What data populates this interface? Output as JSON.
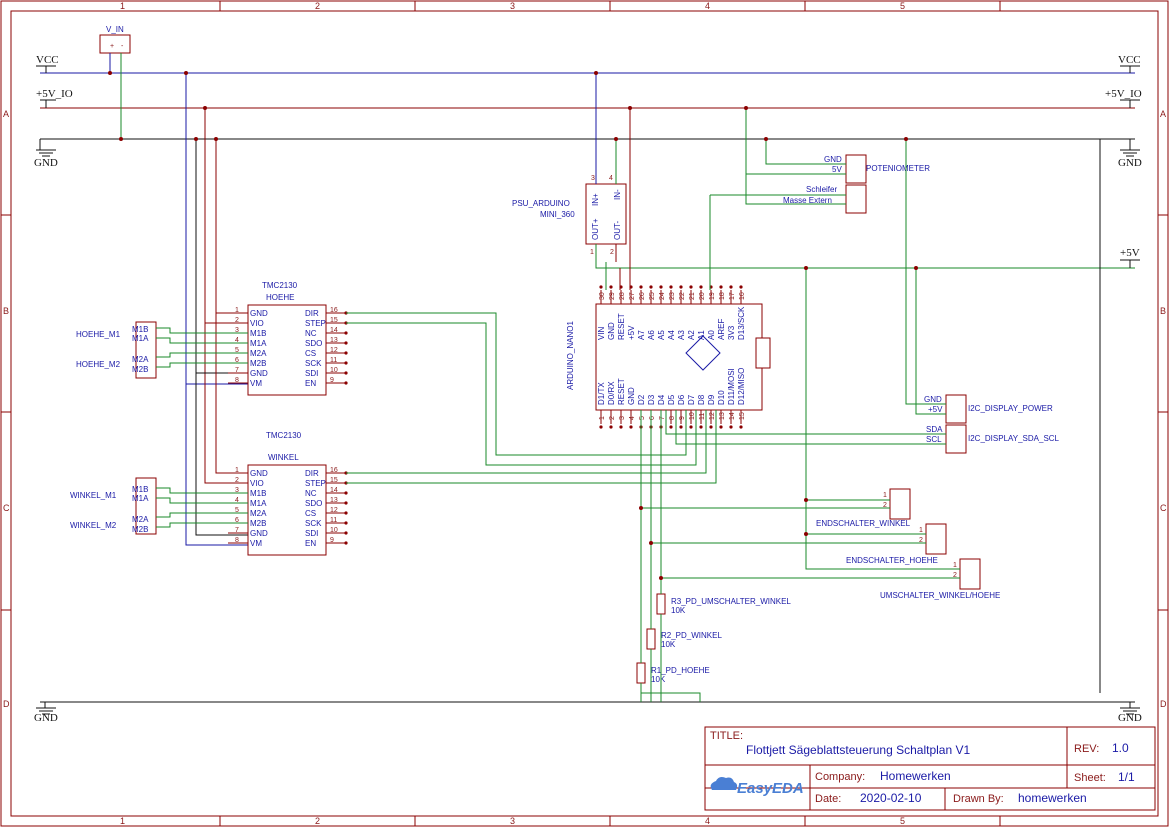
{
  "frame": {
    "col_labels": [
      "1",
      "2",
      "3",
      "4",
      "5"
    ],
    "row_labels": [
      "A",
      "B",
      "C",
      "D"
    ]
  },
  "power": {
    "vcc": "VCC",
    "v5io": "+5V_IO",
    "gnd": "GND",
    "v5": "+5V",
    "vin_label": "V_IN"
  },
  "components": {
    "psu_name": "PSU_ARDUINO",
    "psu_model": "MINI_360",
    "psu_pins": [
      "IN+",
      "IN-",
      "OUT+",
      "OUT-"
    ],
    "psu_pin_nums": [
      "3",
      "4",
      "1",
      "2"
    ],
    "arduino": "ARDUINO_NANO1",
    "arduino_top_pins": [
      "VIN",
      "GND",
      "RESET",
      "+5V",
      "A7",
      "A6",
      "A5",
      "A4",
      "A3",
      "A2",
      "A1",
      "A0",
      "AREF",
      "3V3",
      "D13/SCK"
    ],
    "arduino_top_nums": [
      "30",
      "29",
      "28",
      "27",
      "26",
      "25",
      "24",
      "23",
      "22",
      "21",
      "20",
      "19",
      "18",
      "17",
      "16"
    ],
    "arduino_bot_pins": [
      "D1/TX",
      "D0/RX",
      "RESET",
      "GND",
      "D2",
      "D3",
      "D4",
      "D5",
      "D6",
      "D7",
      "D8",
      "D9",
      "D10",
      "D11/MOSI",
      "D12/MISO"
    ],
    "arduino_bot_nums": [
      "1",
      "2",
      "3",
      "4",
      "5",
      "6",
      "7",
      "8",
      "9",
      "10",
      "11",
      "12",
      "13",
      "14",
      "15"
    ],
    "tmc_type": "TMC2130",
    "tmc1_name": "HOEHE",
    "tmc2_name": "WINKEL",
    "tmc_left_pins": [
      "GND",
      "VIO",
      "M1B",
      "M1A",
      "M2A",
      "M2B",
      "GND",
      "VM"
    ],
    "tmc_right_pins": [
      "DIR",
      "STEP",
      "NC",
      "SDO",
      "CS",
      "SCK",
      "SDI",
      "EN"
    ],
    "tmc_left_nums": [
      "1",
      "2",
      "3",
      "4",
      "5",
      "6",
      "7",
      "8"
    ],
    "tmc_right_nums": [
      "16",
      "15",
      "14",
      "13",
      "12",
      "11",
      "10",
      "9"
    ],
    "hoehe_m1": "HOEHE_M1",
    "hoehe_m2": "HOEHE_M2",
    "winkel_m1": "WINKEL_M1",
    "winkel_m2": "WINKEL_M2",
    "poti": "POTENIOMETER",
    "poti_gnd": "GND",
    "poti_5v": "5V",
    "poti_schleifer": "Schleifer",
    "poti_masse": "Masse Extern",
    "i2c_power": "I2C_DISPLAY_POWER",
    "i2c_bus": "I2C_DISPLAY_SDA_SCL",
    "i2c_gnd": "GND",
    "i2c_5v": "+5V",
    "i2c_sda": "SDA",
    "i2c_scl": "SCL",
    "end_winkel": "ENDSCHALTER_WINKEL",
    "end_hoehe": "ENDSCHALTER_HOEHE",
    "umschalter": "UMSCHALTER_WINKEL/HOEHE",
    "r3": "R3_PD_UMSCHALTER_WINKEL",
    "r2": "R2_PD_WINKEL",
    "r1": "R1_PD_HOEHE",
    "r_value": "10K"
  },
  "title_block": {
    "title_label": "TITLE:",
    "title": "Flottjett Sägeblattsteuerung Schaltplan V1",
    "rev_label": "REV:",
    "rev": "1.0",
    "company_label": "Company:",
    "company": "Homewerken",
    "sheet_label": "Sheet:",
    "sheet": "1/1",
    "date_label": "Date:",
    "date": "2020-02-10",
    "drawn_label": "Drawn By:",
    "drawn_by": "homewerken",
    "logo": "EasyEDA"
  },
  "colors": {
    "border": "#8b0000",
    "wire_green": "#1a8a2a",
    "wire_blue": "#1a1aa6",
    "label_blue": "#1a1aa6"
  }
}
